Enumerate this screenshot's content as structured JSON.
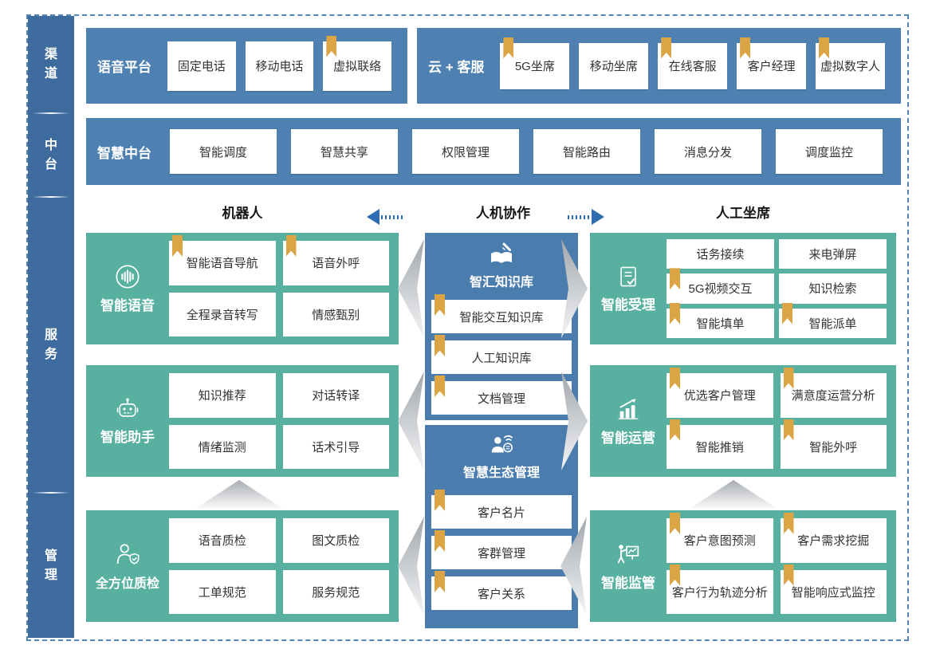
{
  "colors": {
    "sidebar_blue": "#3d6b9d",
    "band_blue": "#4e81b2",
    "panel_blue": "#4a7cae",
    "teal_green": "#58b1a0",
    "flag_gold": "#dba546",
    "arrow_blue": "#2f6db3",
    "frame_dash_blue": "#5584b6"
  },
  "sidebar": {
    "items": [
      {
        "label": "渠道"
      },
      {
        "label": "中台"
      },
      {
        "label": "服务"
      },
      {
        "label": "管理"
      }
    ]
  },
  "rows": {
    "voice_platform": {
      "title": "语音平台",
      "items": [
        {
          "label": "固定电话",
          "flag": false
        },
        {
          "label": "移动电话",
          "flag": false
        },
        {
          "label": "虚拟联络",
          "flag": true
        }
      ]
    },
    "cloud_service": {
      "title": "云 + 客服",
      "items": [
        {
          "label": "5G坐席",
          "flag": true
        },
        {
          "label": "移动坐席",
          "flag": false
        },
        {
          "label": "在线客服",
          "flag": true
        },
        {
          "label": "客户经理",
          "flag": true
        },
        {
          "label": "虚拟数字人",
          "flag": true
        }
      ]
    },
    "smart_middle": {
      "title": "智慧中台",
      "items": [
        {
          "label": "智能调度"
        },
        {
          "label": "智慧共享"
        },
        {
          "label": "权限管理"
        },
        {
          "label": "智能路由"
        },
        {
          "label": "消息分发"
        },
        {
          "label": "调度监控"
        }
      ]
    }
  },
  "collab_header": {
    "left": "机器人",
    "center": "人机协作",
    "right": "人工坐席"
  },
  "blocks": {
    "voice": {
      "title": "智能语音",
      "icon": "voice-wave-icon",
      "items": [
        {
          "label": "智能语音导航",
          "flag": true
        },
        {
          "label": "语音外呼",
          "flag": true
        },
        {
          "label": "全程录音转写",
          "flag": false
        },
        {
          "label": "情感甄别",
          "flag": false
        }
      ]
    },
    "assistant": {
      "title": "智能助手",
      "icon": "robot-icon",
      "items": [
        {
          "label": "知识推荐",
          "flag": false
        },
        {
          "label": "对话转译",
          "flag": false
        },
        {
          "label": "情绪监测",
          "flag": false
        },
        {
          "label": "话术引导",
          "flag": false
        }
      ]
    },
    "quality": {
      "title": "全方位质检",
      "icon": "inspector-shield-icon",
      "items": [
        {
          "label": "语音质检",
          "flag": false
        },
        {
          "label": "图文质检",
          "flag": false
        },
        {
          "label": "工单规范",
          "flag": false
        },
        {
          "label": "服务规范",
          "flag": false
        }
      ]
    },
    "knowledge": {
      "title": "智汇知识库",
      "icon": "book-pen-icon",
      "items": [
        {
          "label": "智能交互知识库",
          "flag": true
        },
        {
          "label": "人工知识库",
          "flag": true
        },
        {
          "label": "文档管理",
          "flag": true
        }
      ]
    },
    "ecosystem": {
      "title": "智慧生态管理",
      "icon": "person-signal-icon",
      "items": [
        {
          "label": "客户名片",
          "flag": true
        },
        {
          "label": "客群管理",
          "flag": true
        },
        {
          "label": "客户关系",
          "flag": true
        }
      ]
    },
    "acceptance": {
      "title": "智能受理",
      "icon": "document-check-icon",
      "items": [
        {
          "label": "话务接续",
          "flag": false
        },
        {
          "label": "来电弹屏",
          "flag": false
        },
        {
          "label": "5G视频交互",
          "flag": true
        },
        {
          "label": "知识检索",
          "flag": false
        },
        {
          "label": "智能填单",
          "flag": true
        },
        {
          "label": "智能派单",
          "flag": true
        }
      ]
    },
    "operation": {
      "title": "智能运营",
      "icon": "chart-growth-icon",
      "items": [
        {
          "label": "优选客户管理",
          "flag": true
        },
        {
          "label": "满意度运营分析",
          "flag": true
        },
        {
          "label": "智能推销",
          "flag": true
        },
        {
          "label": "智能外呼",
          "flag": true
        }
      ]
    },
    "supervision": {
      "title": "智能监管",
      "icon": "presenter-board-icon",
      "items": [
        {
          "label": "客户意图预测",
          "flag": true
        },
        {
          "label": "客户需求挖掘",
          "flag": true
        },
        {
          "label": "客户行为轨迹分析",
          "flag": true
        },
        {
          "label": "智能响应式监控",
          "flag": true
        }
      ]
    }
  }
}
